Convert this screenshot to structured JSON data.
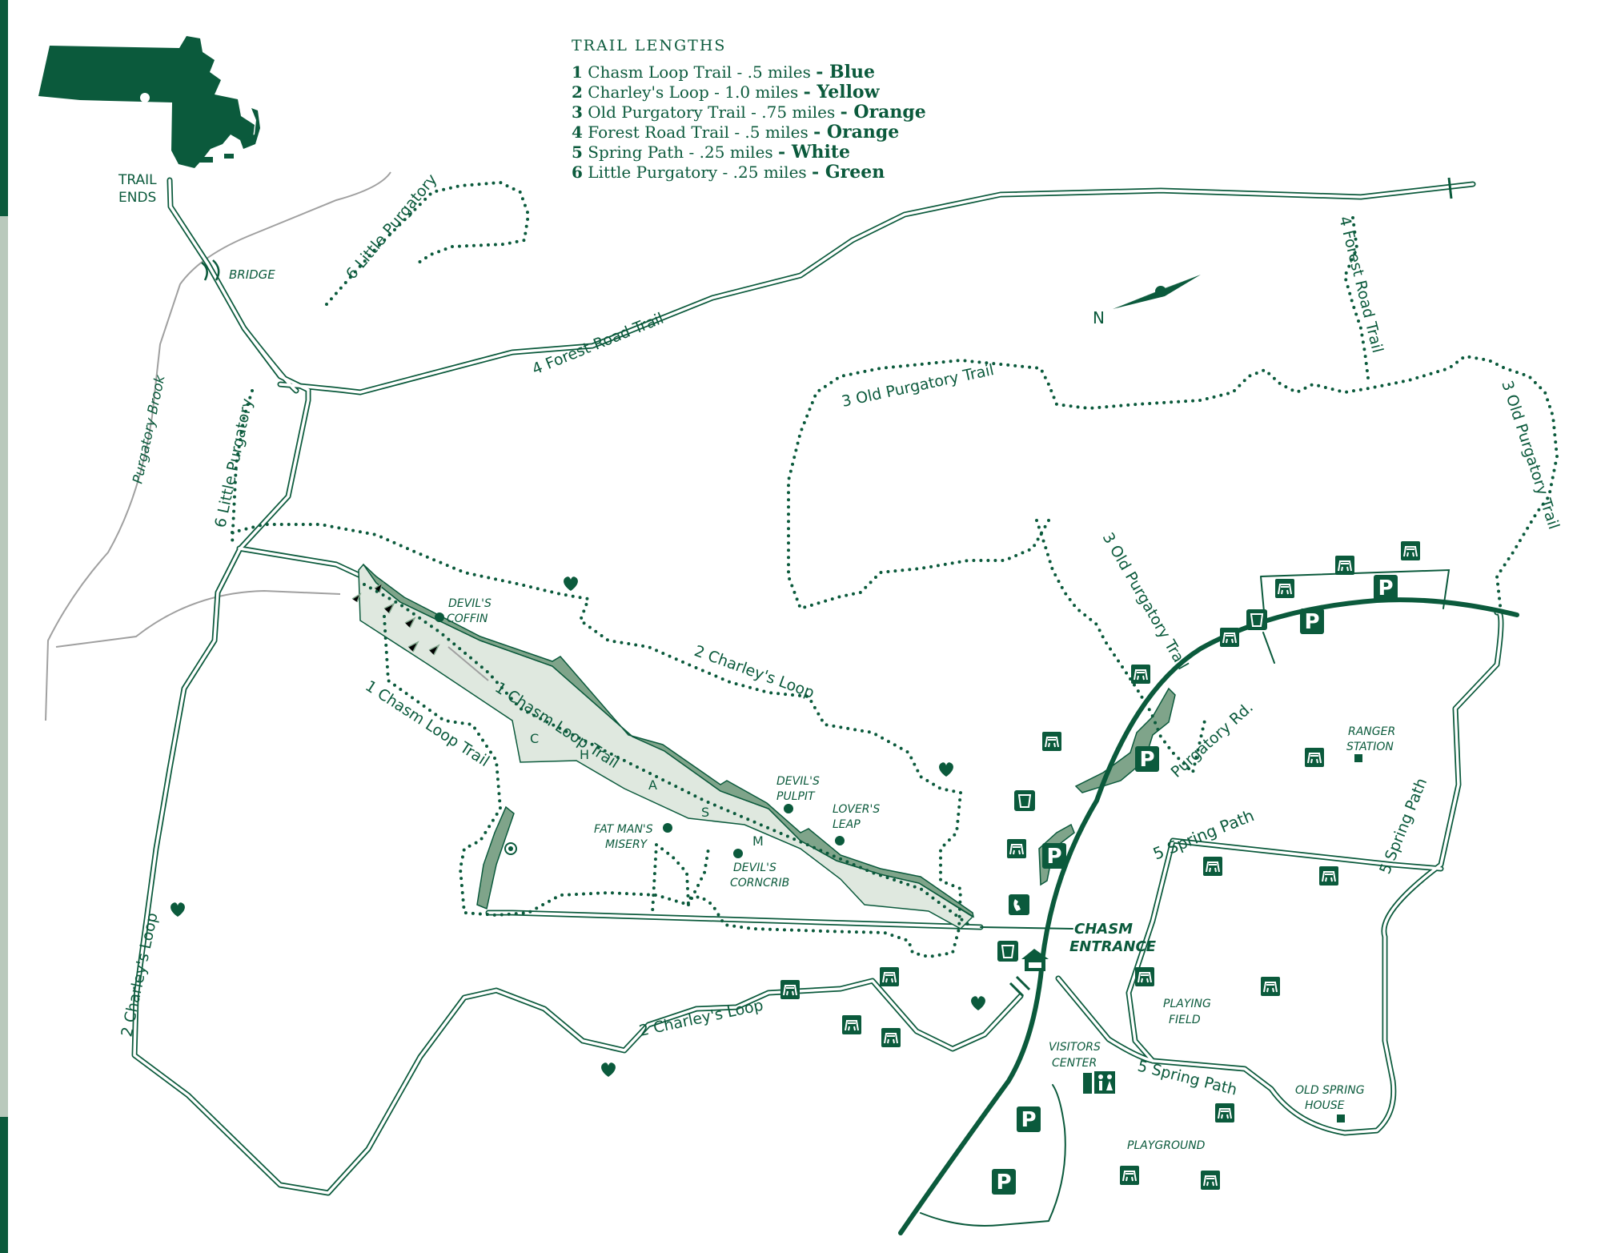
{
  "legend": {
    "title": "TRAIL LENGTHS",
    "items": [
      {
        "num": "1",
        "text": "Chasm Loop Trail - .5 miles",
        "color": "- Blue"
      },
      {
        "num": "2",
        "text": "Charley's Loop - 1.0 miles",
        "color": "- Yellow"
      },
      {
        "num": "3",
        "text": "Old Purgatory Trail - .75 miles",
        "color": "- Orange"
      },
      {
        "num": "4",
        "text": "Forest Road Trail - .5 miles",
        "color": "- Orange"
      },
      {
        "num": "5",
        "text": "Spring Path - .25 miles",
        "color": "- White"
      },
      {
        "num": "6",
        "text": "Little Purgatory - .25 miles",
        "color": "- Green"
      }
    ]
  },
  "labels": {
    "trail_ends_1": "TRAIL",
    "trail_ends_2": "ENDS",
    "bridge": "BRIDGE",
    "purgatory_brook": "Purgatory Brook",
    "little_purgatory_upper": "6 Little Purgatory",
    "little_purgatory_lower": "6 Little Purgatory",
    "forest_road_trail": "4 Forest Road Trail",
    "forest_road_trail_right": "4 Forest Road Trail",
    "old_purgatory_top": "3 Old Purgatory Trail",
    "old_purgatory_right": "3 Old Purgatory Trail",
    "old_purgatory_mid": "3 Old Purgatory Trail",
    "north": "N",
    "devils_coffin_1": "DEVIL'S",
    "devils_coffin_2": "COFFIN",
    "charleys_loop_upper": "2 Charley's Loop",
    "chasm_loop_trail_inner": "1 Chasm Loop Trail",
    "chasm_loop_trail_left": "1 Chasm Loop Trail",
    "chasm_letters": [
      "C",
      "H",
      "A",
      "S",
      "M"
    ],
    "devils_pulpit_1": "DEVIL'S",
    "devils_pulpit_2": "PULPIT",
    "lovers_leap_1": "LOVER'S",
    "lovers_leap_2": "LEAP",
    "fat_mans_misery_1": "FAT MAN'S",
    "fat_mans_misery_2": "MISERY",
    "devils_corncrib_1": "DEVIL'S",
    "devils_corncrib_2": "CORNCRIB",
    "charleys_loop_left": "2 Charley's Loop",
    "charleys_loop_bottom": "2 Charley's Loop",
    "chasm_entrance_1": "CHASM",
    "chasm_entrance_2": "ENTRANCE",
    "purgatory_rd": "Purgatory Rd.",
    "ranger_station_1": "RANGER",
    "ranger_station_2": "STATION",
    "spring_path_top": "5 Spring Path",
    "spring_path_right": "5 Spring Path",
    "spring_path_bottom": "5 Spring Path",
    "playing_field_1": "PLAYING",
    "playing_field_2": "FIELD",
    "visitors_center_1": "VISITORS",
    "visitors_center_2": "CENTER",
    "old_spring_house_1": "OLD SPRING",
    "old_spring_house_2": "HOUSE",
    "playground": "PLAYGROUND",
    "parking": "P"
  },
  "colors": {
    "brand": "#0b5a3c",
    "chasm_fill": "#dfe8df",
    "brook": "#a0a0a0",
    "side_bar": "#b9c9bc"
  },
  "icons": [
    "massachusetts-locator-icon",
    "compass-north-arrow-icon",
    "picnic-table-icon",
    "trash-can-icon",
    "parking-icon",
    "telephone-icon",
    "pavilion-icon",
    "restroom-icon",
    "heart-icon"
  ]
}
